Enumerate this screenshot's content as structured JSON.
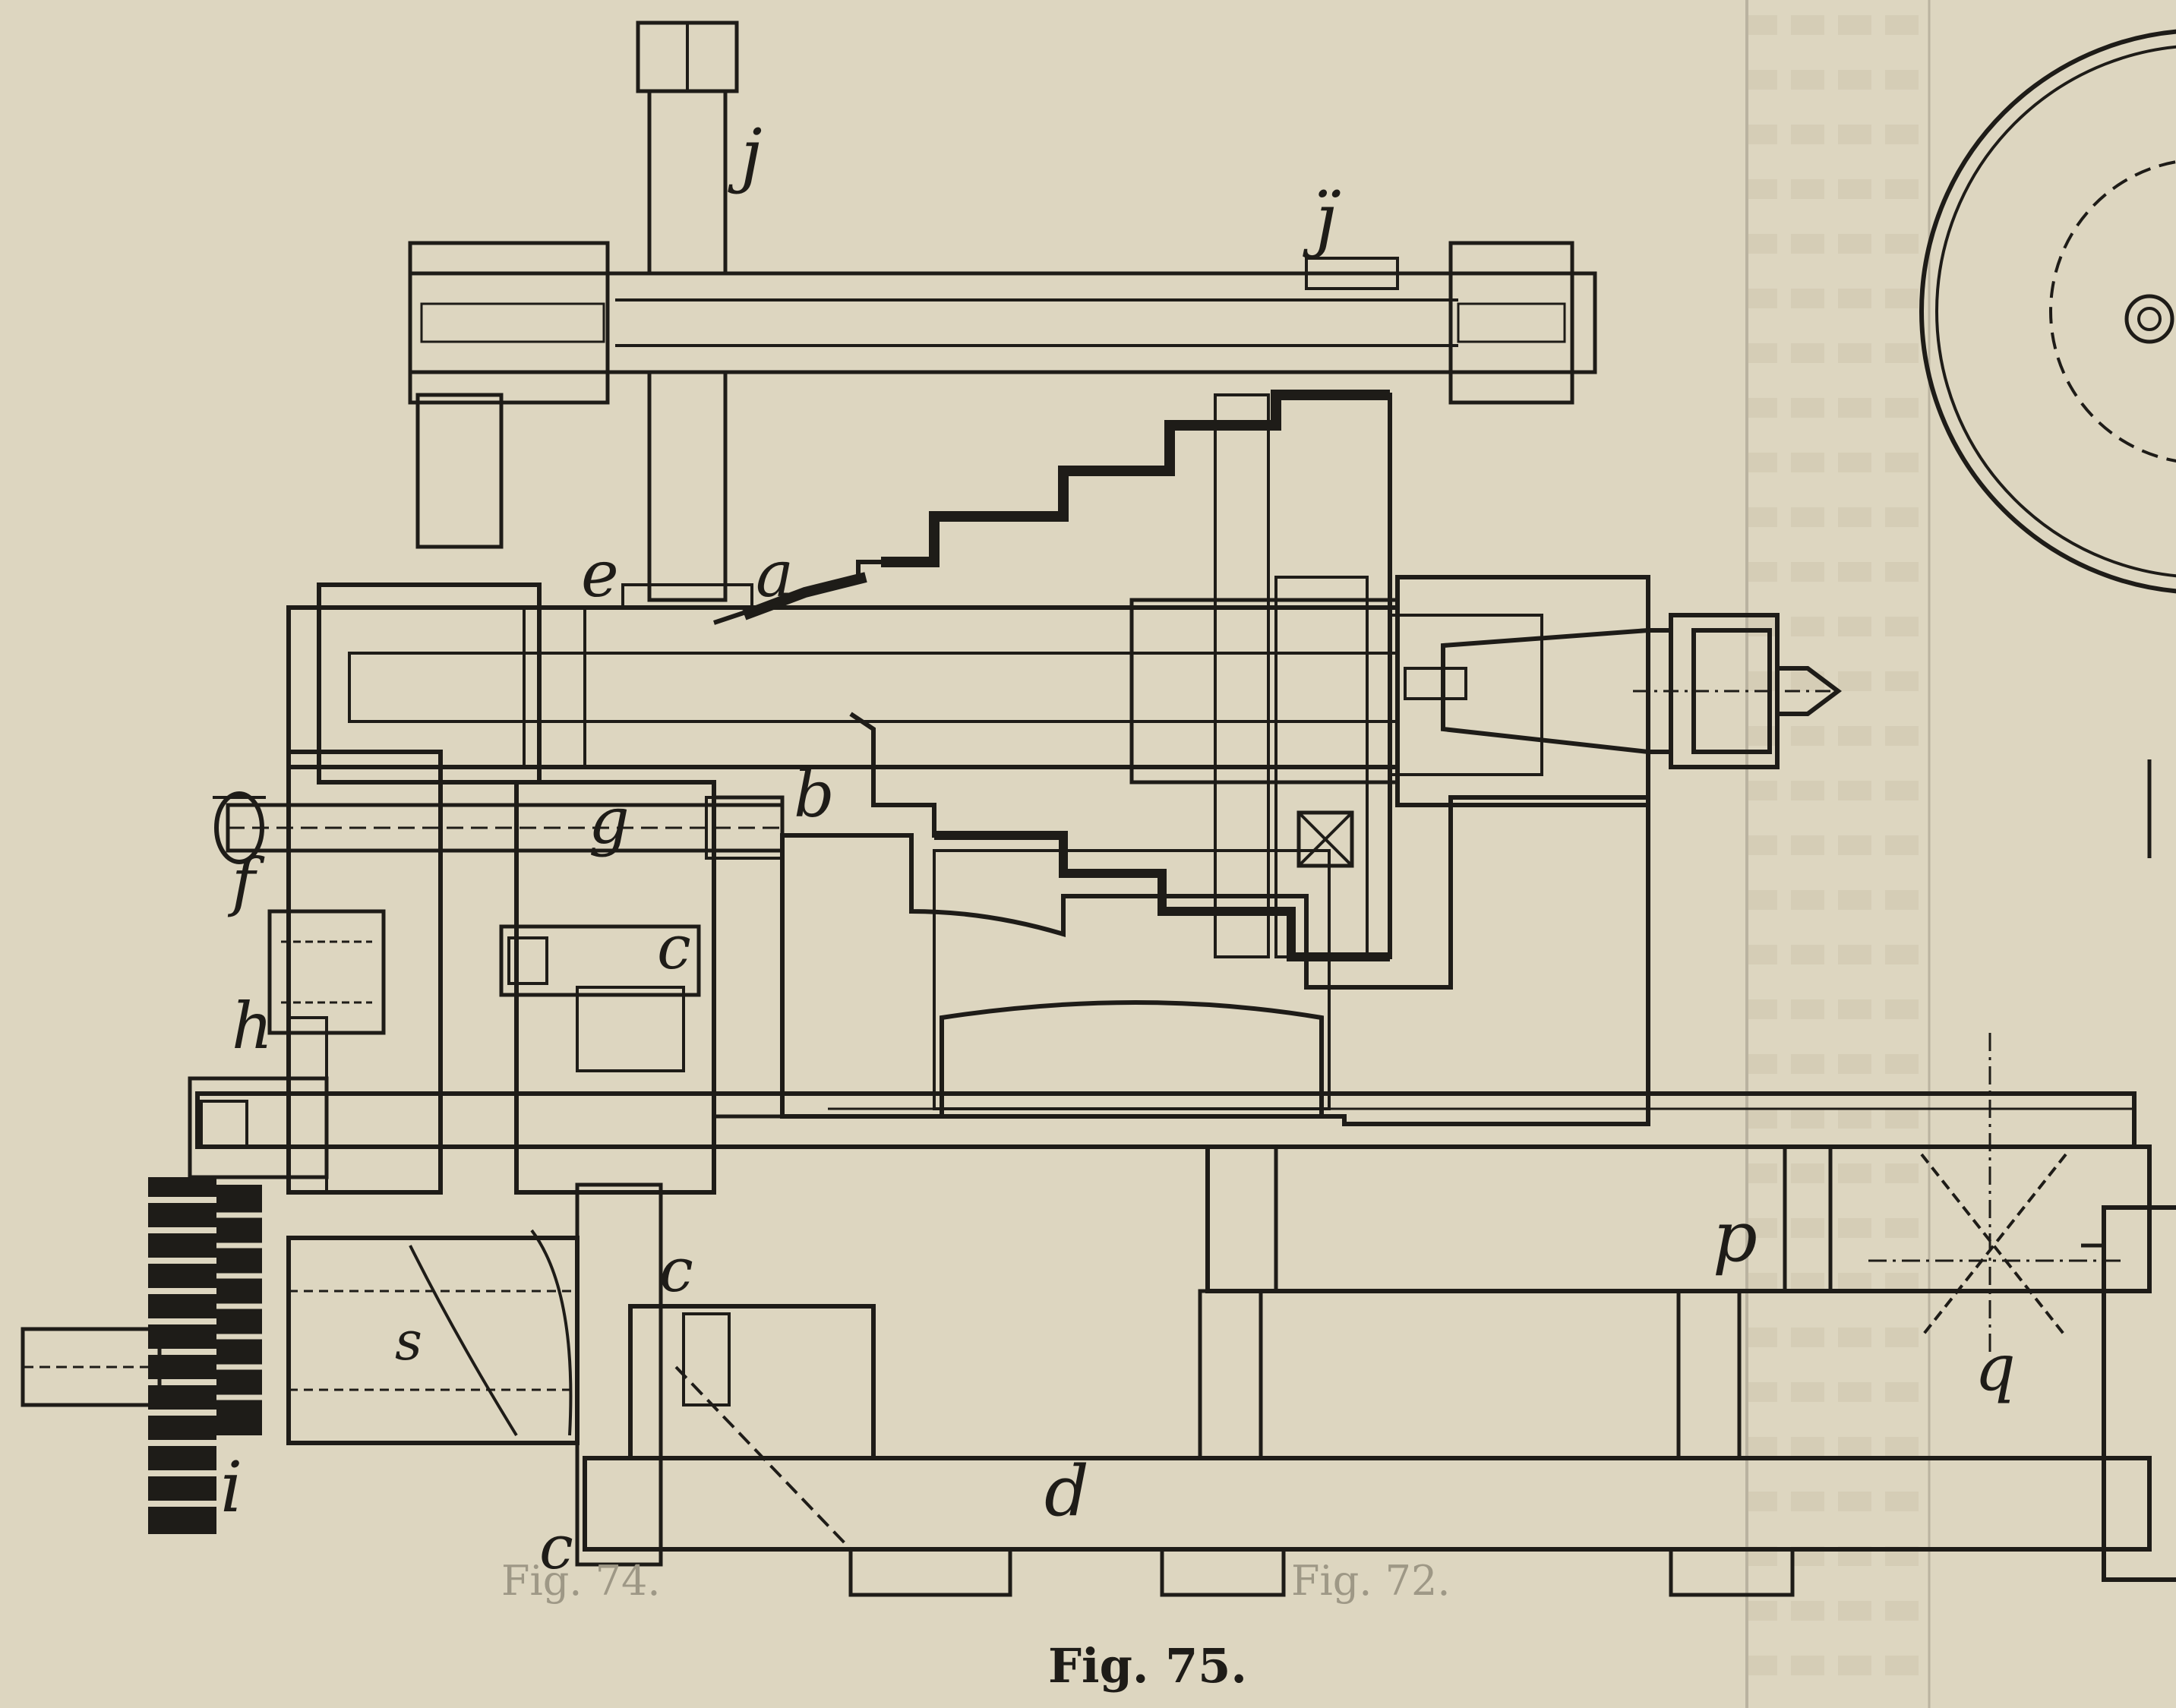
{
  "figure": {
    "caption": "Fig. 75."
  },
  "labels": {
    "j": "j",
    "j_ddot": "j̈",
    "e": "e",
    "a": "a",
    "b": "b",
    "g": "g",
    "f": "f",
    "c_upper": "c",
    "h": "h",
    "c_mid": "c",
    "d": "d",
    "p": "p",
    "q": "q",
    "i": "i",
    "c_low": "c",
    "s": "s"
  },
  "bleed": {
    "fig_74": "Fig. 74.",
    "fig_72": "Fig. 72."
  },
  "colors": {
    "paper": "#ddd6c0",
    "ink": "#1e1c18",
    "ghost": "#9e9886"
  }
}
